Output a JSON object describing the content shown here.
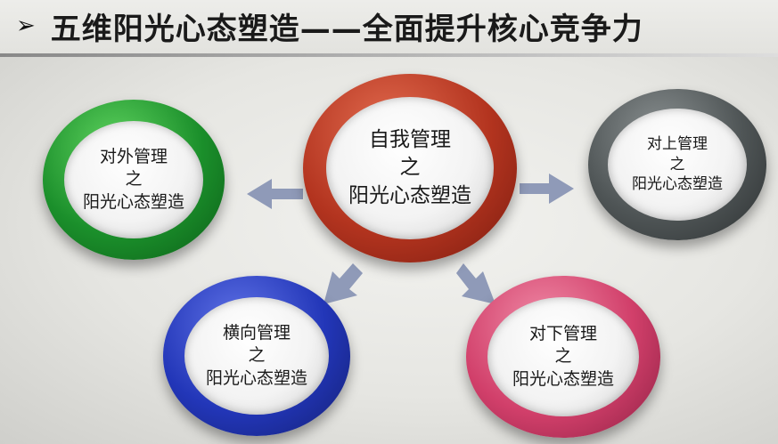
{
  "header": {
    "bullet": "➢",
    "title": "五维阳光心态塑造——全面提升核心竞争力"
  },
  "diagram": {
    "center": {
      "line1": "自我管理",
      "line2": "之",
      "line3": "阳光心态塑造",
      "color": "#b3341f"
    },
    "nodes": {
      "external": {
        "line1": "对外管理",
        "line2": "之",
        "line3": "阳光心态塑造",
        "color": "#1b8f2b"
      },
      "upward": {
        "line1": "对上管理",
        "line2": "之",
        "line3": "阳光心态塑造",
        "color": "#4f5556"
      },
      "lateral": {
        "line1": "横向管理",
        "line2": "之",
        "line3": "阳光心态塑造",
        "color": "#2236b8"
      },
      "downward": {
        "line1": "对下管理",
        "line2": "之",
        "line3": "阳光心态塑造",
        "color": "#d13f6a"
      }
    },
    "arrow_color": "#8f9ab8"
  }
}
